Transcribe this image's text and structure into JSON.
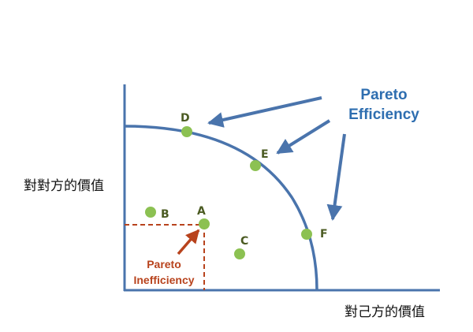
{
  "colors": {
    "axis": "#4a74ac",
    "frontier": "#4a74ac",
    "arrow_blue": "#4a74ac",
    "point_fill": "#8cc152",
    "point_label": "#4b5b22",
    "annotation_blue": "#2e6eb0",
    "annotation_red": "#b8431d",
    "axis_text": "#111111"
  },
  "axes": {
    "x_label": "對己方的價值",
    "y_label": "對對方的價值"
  },
  "points": [
    {
      "id": "A",
      "label": "A"
    },
    {
      "id": "B",
      "label": "B"
    },
    {
      "id": "C",
      "label": "C"
    },
    {
      "id": "D",
      "label": "D"
    },
    {
      "id": "E",
      "label": "E"
    },
    {
      "id": "F",
      "label": "F"
    }
  ],
  "annotations": {
    "efficiency": {
      "line1": "Pareto",
      "line2": "Efficiency"
    },
    "inefficiency": {
      "line1": "Pareto",
      "line2": "Inefficiency"
    }
  }
}
